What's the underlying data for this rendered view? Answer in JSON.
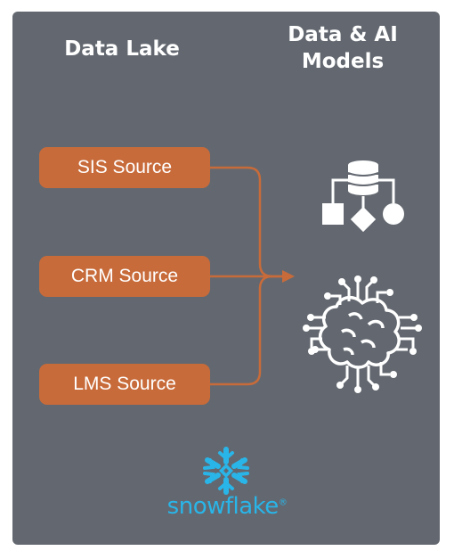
{
  "headings": {
    "left": "Data Lake",
    "right_line1": "Data & AI",
    "right_line2": "Models"
  },
  "sources": [
    {
      "label": "SIS Source"
    },
    {
      "label": "CRM Source"
    },
    {
      "label": "LMS Source"
    }
  ],
  "icons": {
    "top": "data-flow-icon",
    "bottom": "ai-brain-icon",
    "logo": "snowflake-logo-icon"
  },
  "logo": {
    "text": "snowflake",
    "mark": "®"
  },
  "colors": {
    "panel": "#636870",
    "source_box": "#c86b3a",
    "connector": "#c86b3a",
    "text": "#ffffff",
    "brand": "#29b5e8"
  }
}
